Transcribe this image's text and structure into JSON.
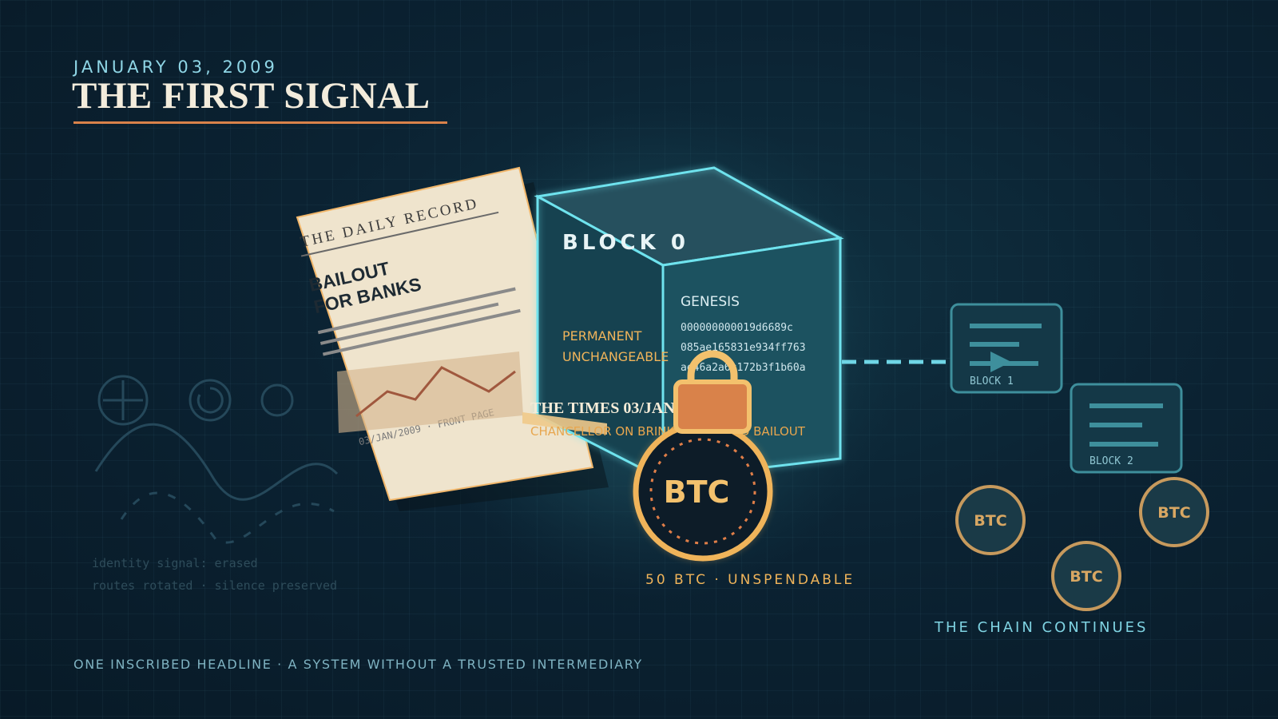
{
  "header": {
    "date": "JANUARY 03, 2009",
    "title": "THE FIRST SIGNAL"
  },
  "newspaper": {
    "masthead": "THE DAILY RECORD",
    "headline_line1": "BAILOUT",
    "headline_line2": "FOR BANKS",
    "footer": "03/JAN/2009 · FRONT PAGE"
  },
  "genesis_block": {
    "label": "BLOCK 0",
    "side_title": "GENESIS",
    "hash_lines": [
      "000000000019d6689c",
      "085ae165831e934ff763",
      "ae46a2a6c172b3f1b60a"
    ],
    "traits": [
      "PERMANENT",
      "UNCHANGEABLE"
    ],
    "inscription_title": "THE TIMES 03/JAN/2009",
    "inscription_body": "CHANCELLOR ON BRINK OF SECOND BAILOUT"
  },
  "coin": {
    "label": "BTC",
    "caption": "50 BTC · UNSPENDABLE"
  },
  "chain": {
    "blocks": [
      "BLOCK 1",
      "BLOCK 2"
    ],
    "coins": [
      "BTC",
      "BTC",
      "BTC"
    ],
    "caption": "THE CHAIN CONTINUES"
  },
  "ghost": {
    "line1": "identity signal: erased",
    "line2": "routes rotated · silence preserved"
  },
  "footer": {
    "caption": "ONE INSCRIBED HEADLINE · A SYSTEM WITHOUT A TRUSTED INTERMEDIARY"
  },
  "icons": [
    "plus-circle-icon",
    "refresh-circle-icon",
    "circle-icon",
    "wave-icon",
    "padlock-icon",
    "play-icon"
  ],
  "colors": {
    "accent_cyan": "#6fe3ee",
    "accent_orange": "#d9824a",
    "accent_gold": "#f0b45a",
    "paper": "#efe4cd"
  }
}
